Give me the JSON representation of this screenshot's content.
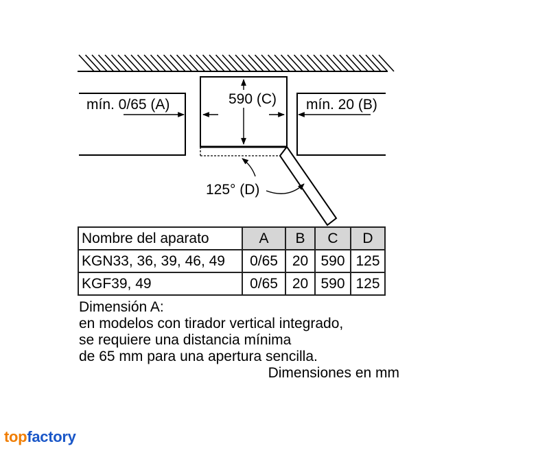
{
  "diagram": {
    "label_a": "mín. 0/65 (A)",
    "label_c": "590 (C)",
    "label_b": "mín. 20 (B)",
    "label_d": "125° (D)"
  },
  "table": {
    "headers": [
      "Nombre del aparato",
      "A",
      "B",
      "C",
      "D"
    ],
    "rows": [
      [
        "KGN33, 36, 39, 46, 49",
        "0/65",
        "20",
        "590",
        "125"
      ],
      [
        "KGF39, 49",
        "0/65",
        "20",
        "590",
        "125"
      ]
    ],
    "header_color": "#d6d6d6"
  },
  "notes": {
    "lines": [
      "Dimensión A:",
      "en modelos con tirador vertical integrado,",
      "se requiere una distancia mínima",
      "de 65 mm para una apertura sencilla."
    ],
    "units": "Dimensiones en mm"
  },
  "brand": {
    "part1": "top",
    "part2": "factory",
    "color1": "#f07d00",
    "color2": "#1a57c8"
  }
}
